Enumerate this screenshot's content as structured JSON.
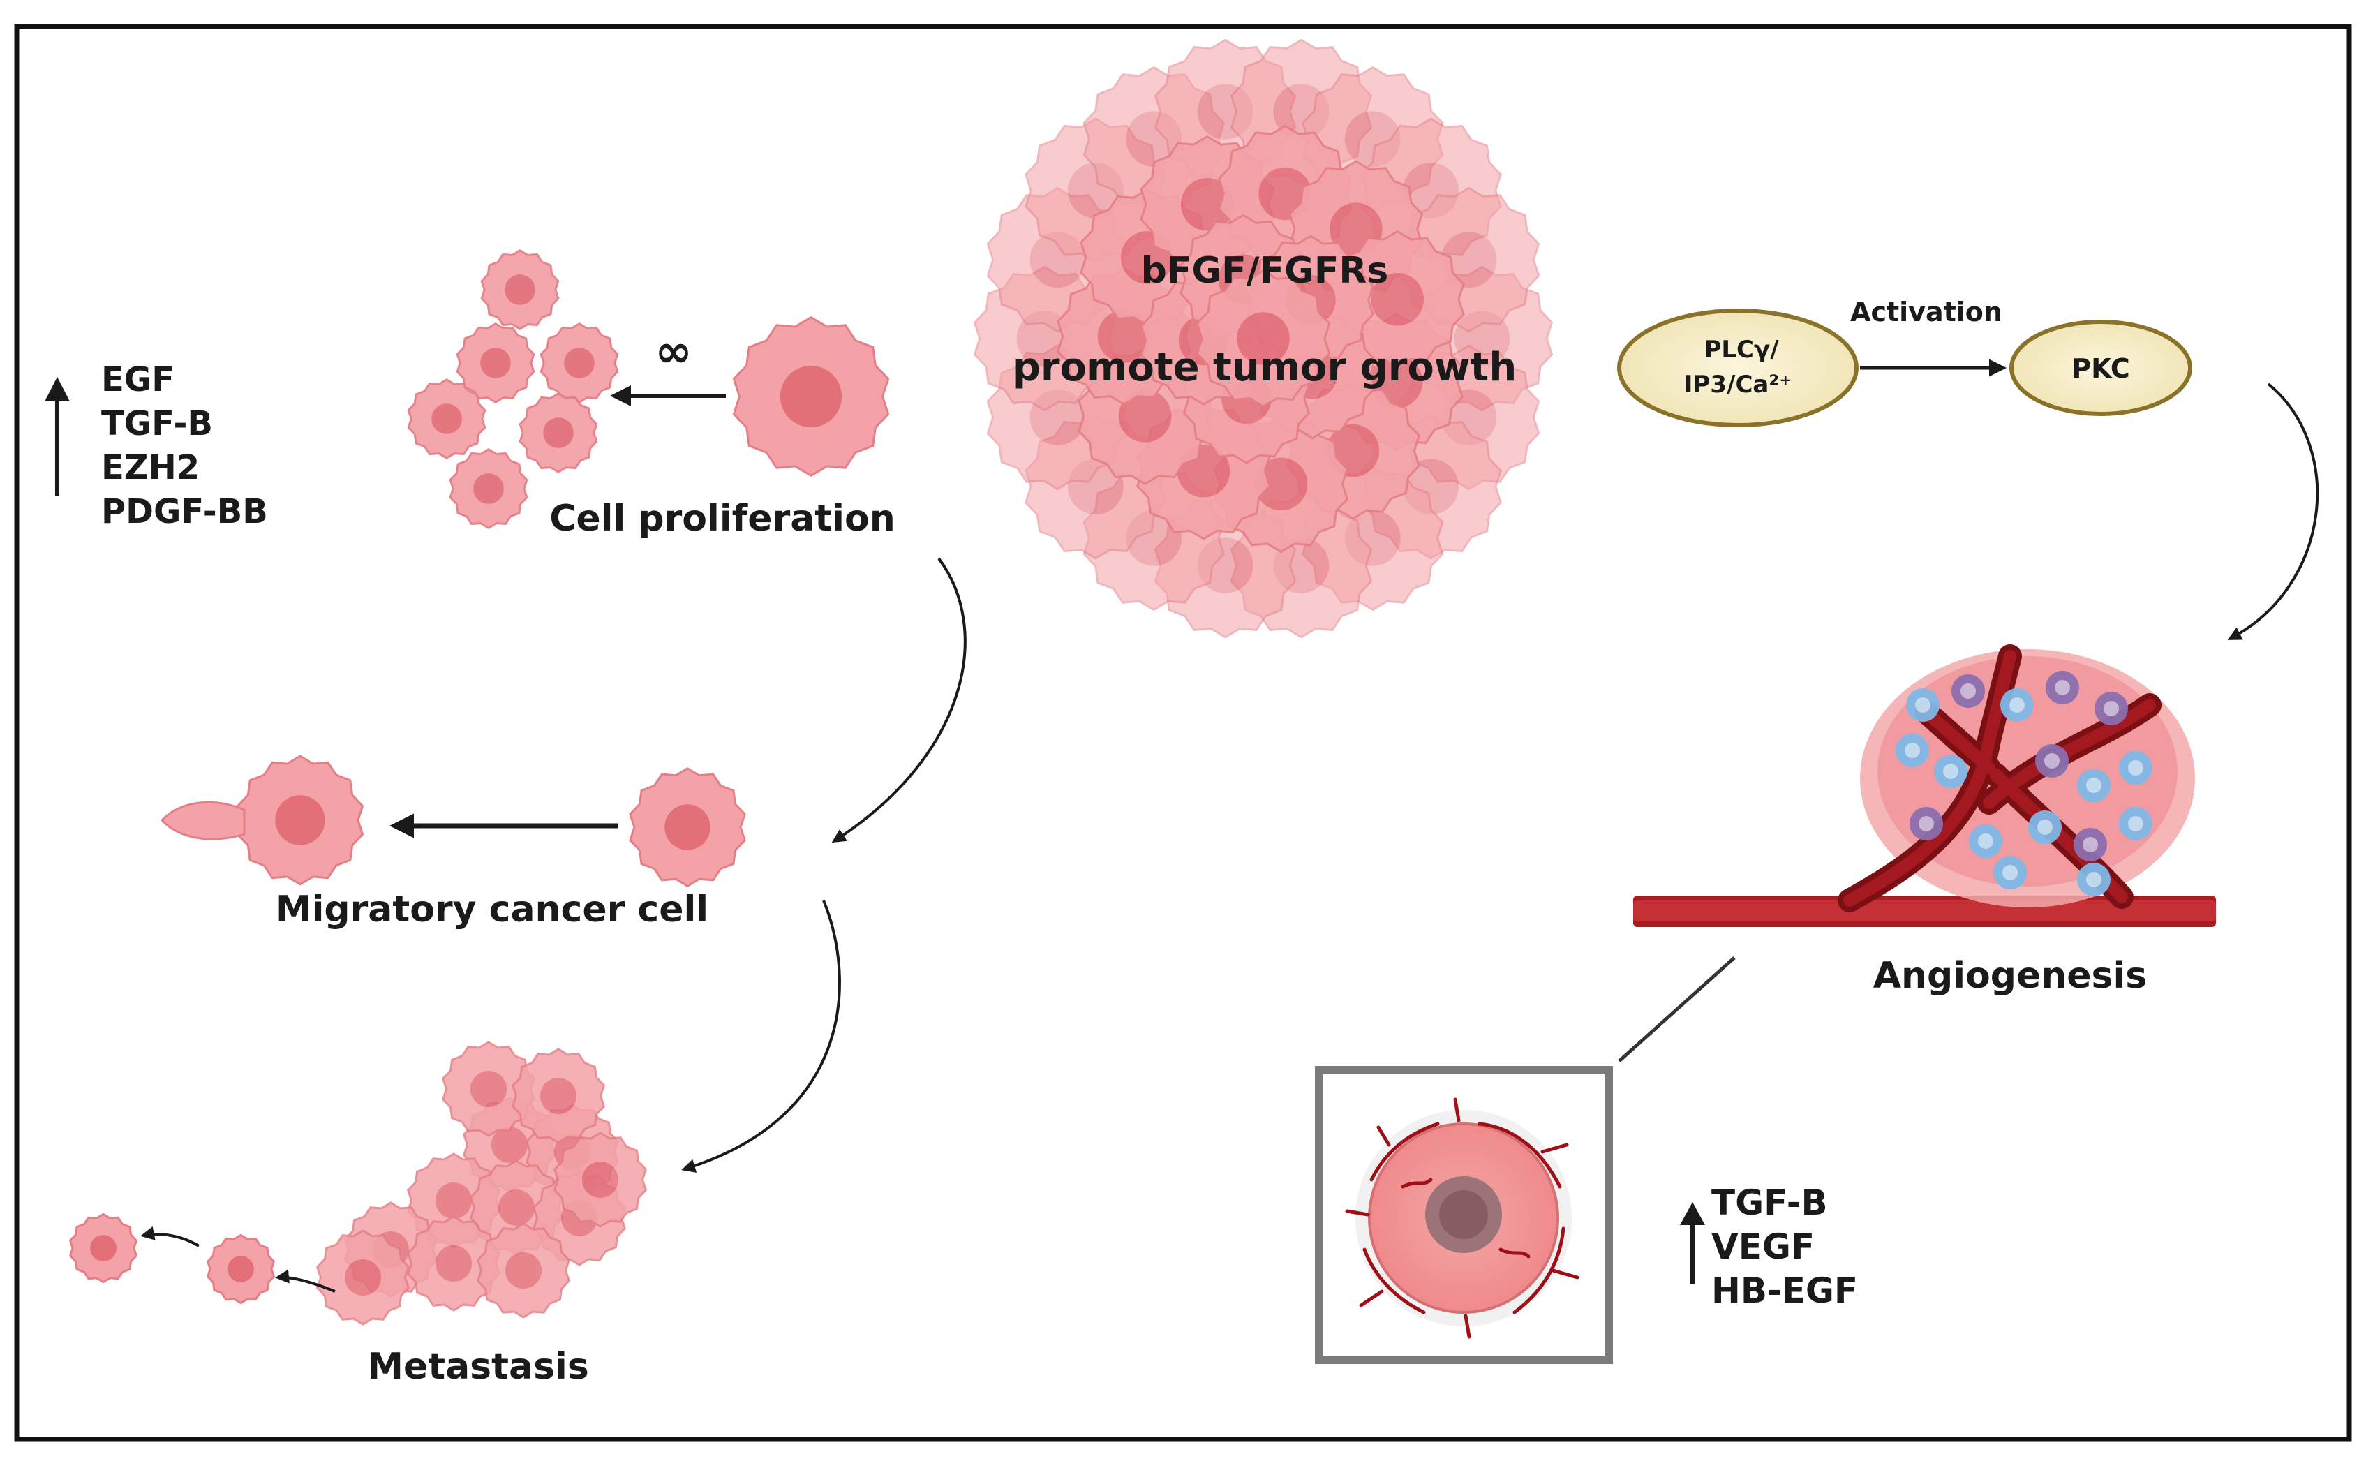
{
  "center": {
    "line1": "bFGF/FGFRs",
    "line2": "promote tumor growth"
  },
  "left_factors": [
    "EGF",
    "TGF-B",
    "EZH2",
    "PDGF-BB"
  ],
  "proliferation": {
    "symbol": "∞",
    "label": "Cell proliferation"
  },
  "migration": {
    "label": "Migratory cancer cell"
  },
  "metastasis": {
    "label": "Metastasis"
  },
  "pathway": {
    "node1_line1": "PLCγ/",
    "node1_line2": "IP3/Ca²⁺",
    "edge_label": "Activation",
    "node2": "PKC"
  },
  "angiogenesis": {
    "label": "Angiogenesis"
  },
  "right_factors": [
    "TGF-B",
    "VEGF",
    "HB-EGF"
  ]
}
